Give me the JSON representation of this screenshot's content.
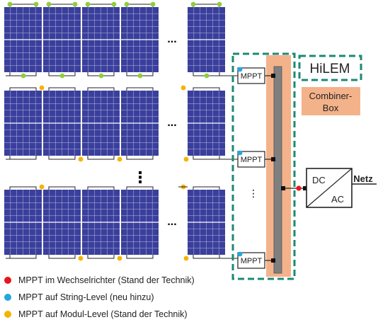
{
  "colors": {
    "panel": "#3a3f9c",
    "panel_grid": "#c7cbe6",
    "wire": "#222222",
    "dot_inverter": "#e8151b",
    "dot_string": "#22a7e0",
    "dot_module": "#f4b400",
    "dot_green": "#8fcf3a",
    "dashed_frame": "#1b8a73",
    "combiner_fill": "#f4b28a",
    "bus_bar": "#7f7f7f"
  },
  "rows": [
    {
      "module_dots": "green"
    },
    {
      "module_dots": "yellow"
    },
    {
      "module_dots": "yellow"
    }
  ],
  "ellipsis_h": "...",
  "ellipsis_v": "⋮",
  "mppt_units": [
    {
      "label": "MPPT"
    },
    {
      "label": "MPPT"
    },
    {
      "label": "MPPT"
    }
  ],
  "hilem_label": "HiLEM",
  "combiner_label_line1": "Combiner-",
  "combiner_label_line2": "Box",
  "inverter": {
    "dc_label": "DC",
    "ac_label": "AC"
  },
  "grid_label": "Netz",
  "legend": [
    {
      "color": "#e8151b",
      "text": "MPPT im Wechselrichter (Stand der Technik)"
    },
    {
      "color": "#22a7e0",
      "text": "MPPT auf String-Level (neu hinzu)"
    },
    {
      "color": "#f4b400",
      "text": "MPPT auf Modul-Level (Stand der Technik)"
    }
  ]
}
